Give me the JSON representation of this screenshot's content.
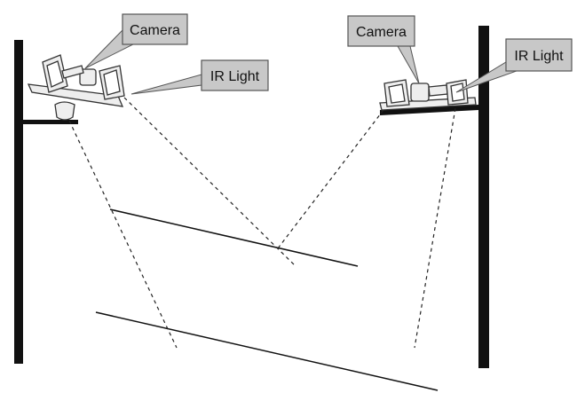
{
  "labels": {
    "left_camera": "Camera",
    "left_ir_light": "IR Light",
    "right_camera": "Camera",
    "right_ir_light": "IR Light"
  },
  "colors": {
    "pole": "#111111",
    "callout_fill": "#c8c8c8",
    "callout_stroke": "#555555",
    "device_fill": "#eeeeee",
    "device_stroke": "#333333",
    "line": "#111111"
  }
}
